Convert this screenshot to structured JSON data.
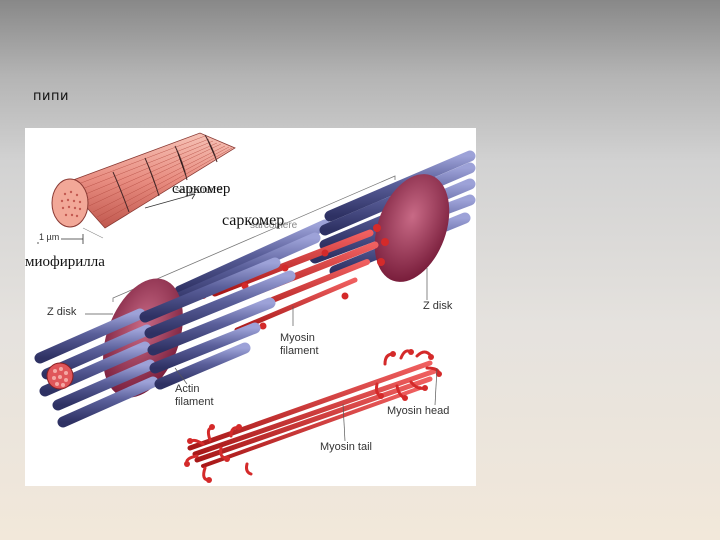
{
  "slide": {
    "title": "пипи"
  },
  "diagram": {
    "labels": {
      "scale": "1 µm",
      "z_disk_left": "Z disk",
      "z_disk_right": "Z disk",
      "myosin_filament": "Myosin\nfilament",
      "actin_filament": "Actin\nfilament",
      "myosin_head": "Myosin head",
      "myosin_tail": "Myosin tail",
      "sarcomere_faint_1": "sarcomere",
      "sarcomere_faint_2": "sarcomere"
    },
    "annotations": {
      "sarcomere_1": "саркомер",
      "sarcomere_2": "саркомер",
      "myofibril": "миофирилла"
    },
    "colors": {
      "actin": "#5a5f9a",
      "myosin": "#d42a2a",
      "z_disk": "#8e1f3c",
      "myofibril": "#e88c80"
    }
  }
}
